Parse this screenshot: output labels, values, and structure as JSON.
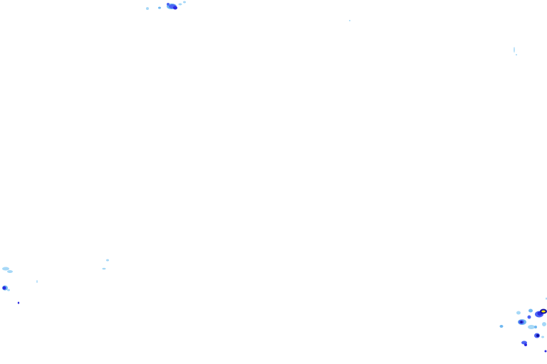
{
  "map": {
    "background_color": "#ffffff",
    "layer": "precipitation-radar-overlay",
    "intensity_colors": {
      "very_light": "#a6d8f7",
      "light": "#6fb7f0",
      "moderate": "#4b63f5",
      "heavy": "#2a2ae0",
      "very_heavy": "#1010a0",
      "extreme": "#ffe600"
    },
    "clusters": [
      {
        "id": "north-top",
        "intensity": "heavy"
      },
      {
        "id": "west-edge",
        "intensity": "moderate"
      },
      {
        "id": "southeast-corner",
        "intensity": "very_heavy"
      }
    ]
  }
}
